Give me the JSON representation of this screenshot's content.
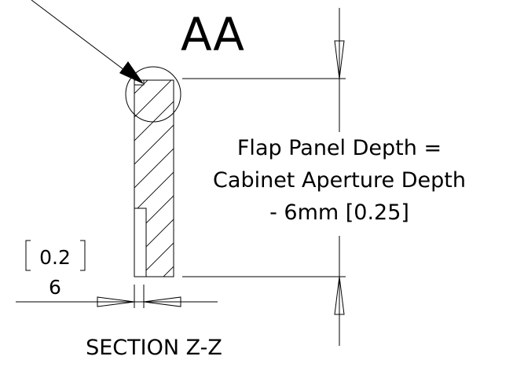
{
  "detail": {
    "label": "AA"
  },
  "note": {
    "line1": "Flap Panel Depth =",
    "line2": "Cabinet Aperture Depth",
    "line3": "- 6mm [0.25]"
  },
  "thickness_dim": {
    "inch": "0.2",
    "mm": "6"
  },
  "section": {
    "title": "SECTION Z-Z"
  }
}
